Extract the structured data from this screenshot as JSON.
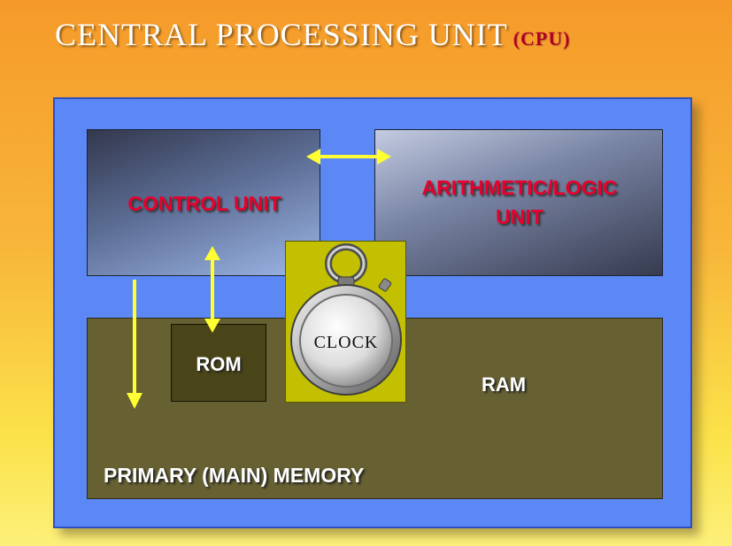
{
  "title": {
    "text": "CENTRAL PROCESSING UNIT",
    "abbr": "(CPU)"
  },
  "blocks": {
    "control_unit": "CONTROL UNIT",
    "alu_line1": "ARITHMETIC/LOGIC",
    "alu_line2": "UNIT",
    "rom": "ROM",
    "ram": "RAM",
    "primary_memory": "PRIMARY (MAIN) MEMORY",
    "clock": "CLOCK"
  },
  "colors": {
    "cpu_box": "#5b88f5",
    "unit_text": "#e8002e",
    "arrow": "#ffff33",
    "memory": "#666032",
    "clock_panel": "#c2c000"
  },
  "icons": [
    "double-arrow-icon",
    "stopwatch-icon",
    "down-arrow-icon"
  ]
}
